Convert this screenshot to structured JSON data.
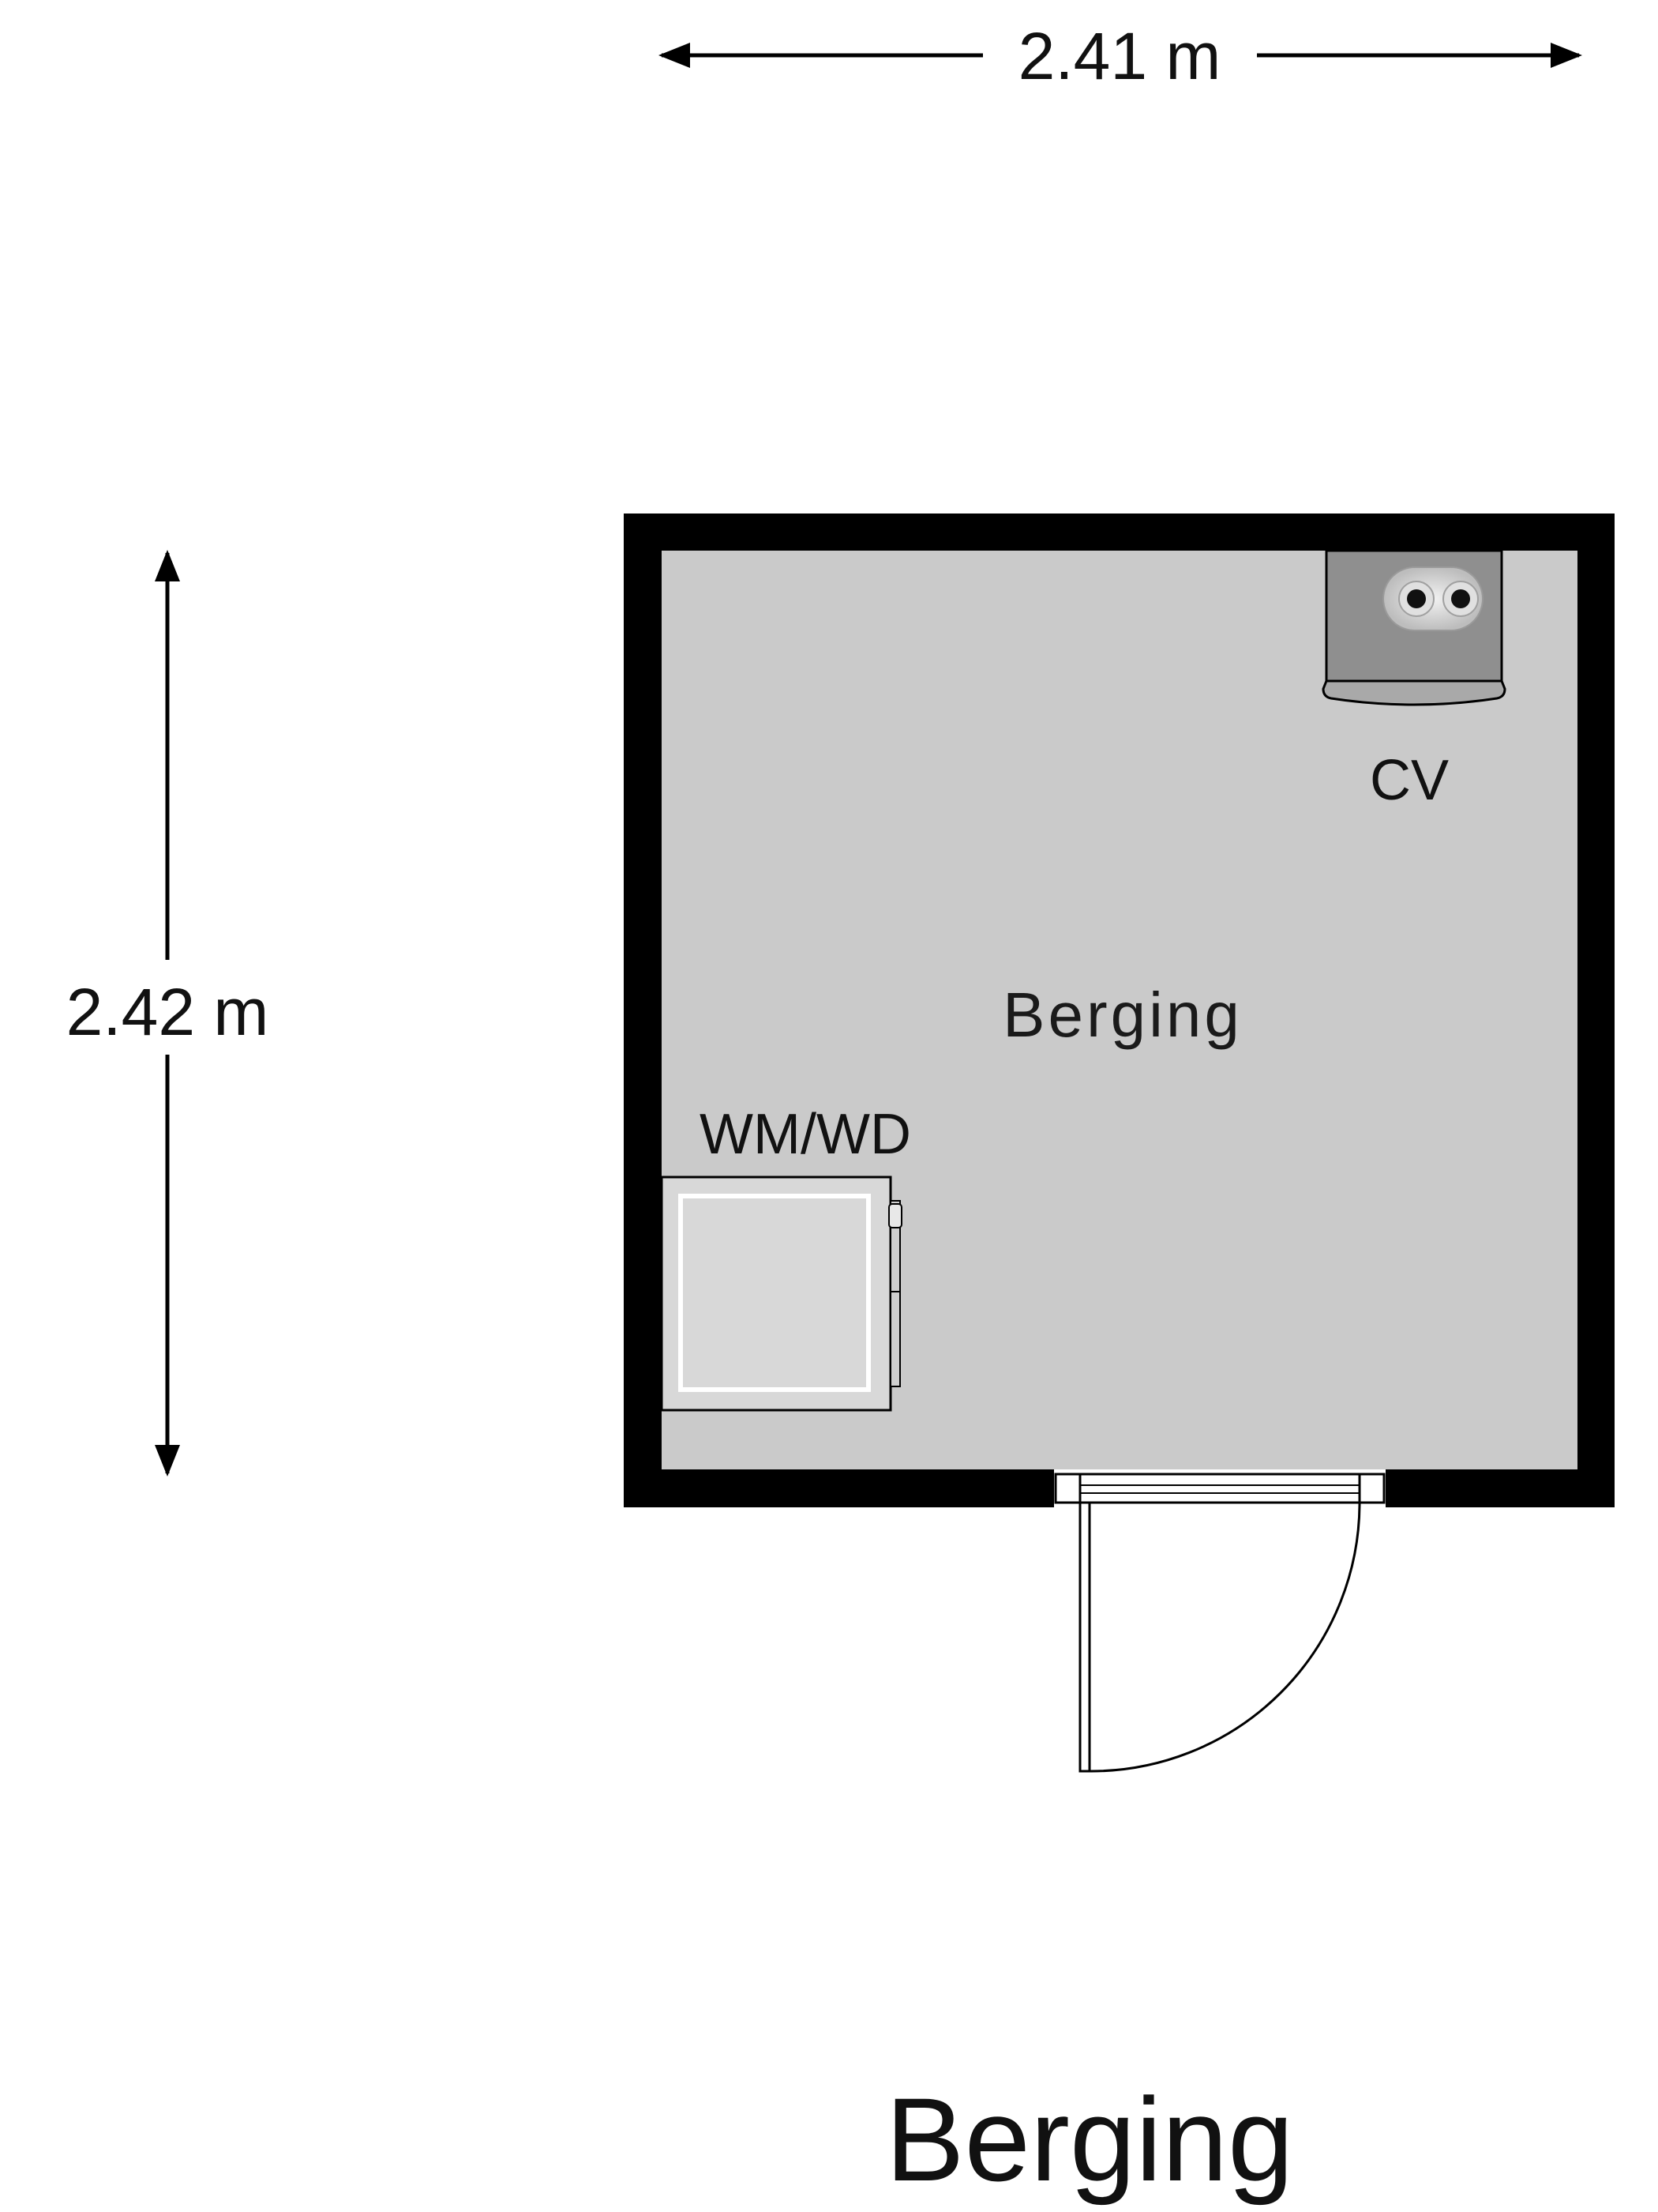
{
  "dimensions": {
    "width_label": "2.41 m",
    "height_label": "2.42 m"
  },
  "room": {
    "name": "Berging"
  },
  "fixtures": {
    "boiler_label": "CV",
    "washer_label": "WM/WD"
  },
  "page_title": "Berging",
  "colors": {
    "wall": "#000000",
    "floor": "#cacaca",
    "boiler": "#8f8f8f",
    "appliance": "#d8d8d8"
  }
}
